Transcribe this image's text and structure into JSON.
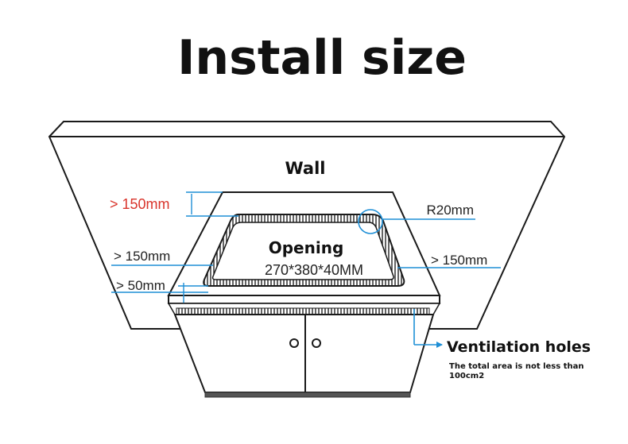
{
  "title": "Install size",
  "diagram": {
    "wall_label": "Wall",
    "opening_label": "Opening",
    "opening_size": "270*380*40MM",
    "dim_top": "> 150mm",
    "dim_left": "> 150mm",
    "dim_right": "> 150mm",
    "dim_front": "> 50mm",
    "radius": "R20mm",
    "ventilation_label": "Ventilation holes",
    "ventilation_note_line1": "The total area is not less than",
    "ventilation_note_line2": "100cm2"
  },
  "colors": {
    "dimension_line": "#1e8fd6",
    "highlight_text": "#d9342b",
    "outline": "#1a1a1a",
    "text": "#111111"
  }
}
